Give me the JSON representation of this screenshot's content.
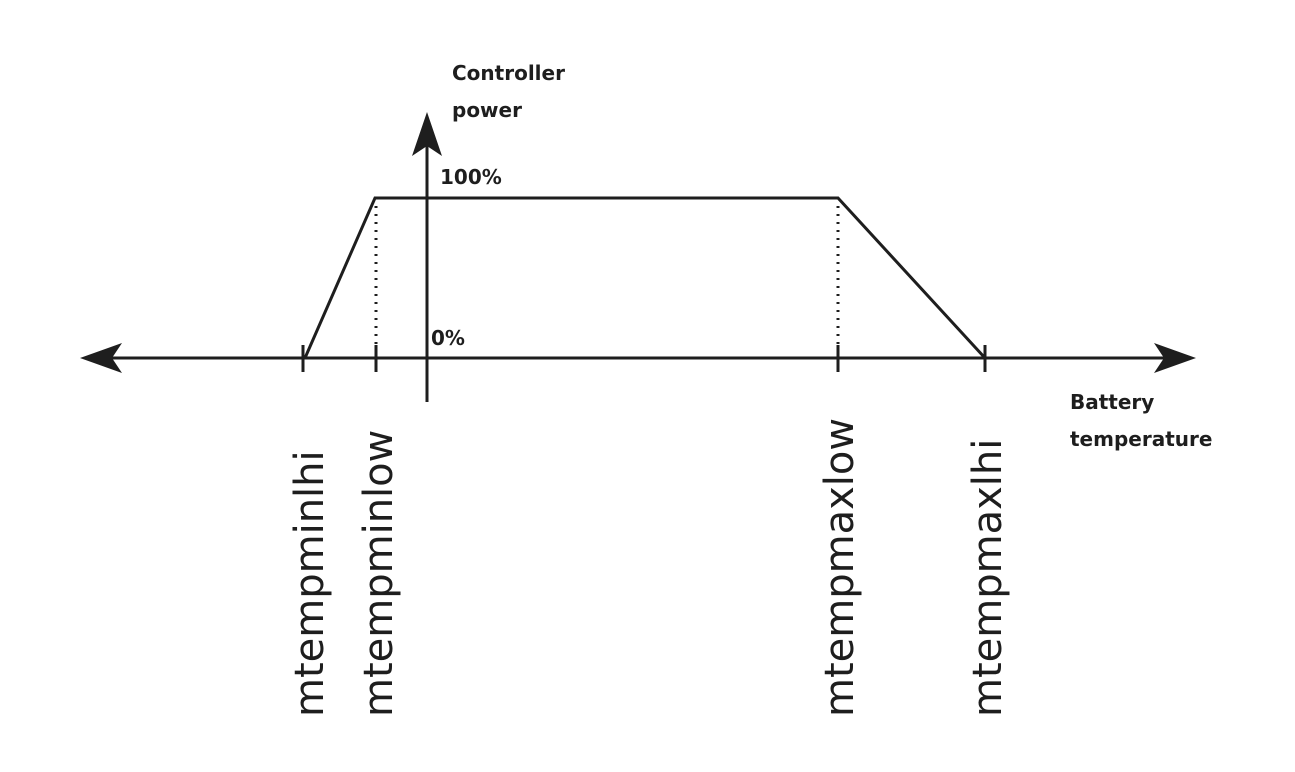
{
  "diagram": {
    "y_axis_label_line1": "Controller",
    "y_axis_label_line2": "power",
    "x_axis_label_line1": "Battery",
    "x_axis_label_line2": "temperature",
    "level_max_label": "100%",
    "level_min_label": "0%",
    "thresholds": {
      "min_hi": "mtempminlhi",
      "min_low": "mtempminlow",
      "max_low": "mtempmaxlow",
      "max_hi": "mtempmaxlhi"
    }
  }
}
